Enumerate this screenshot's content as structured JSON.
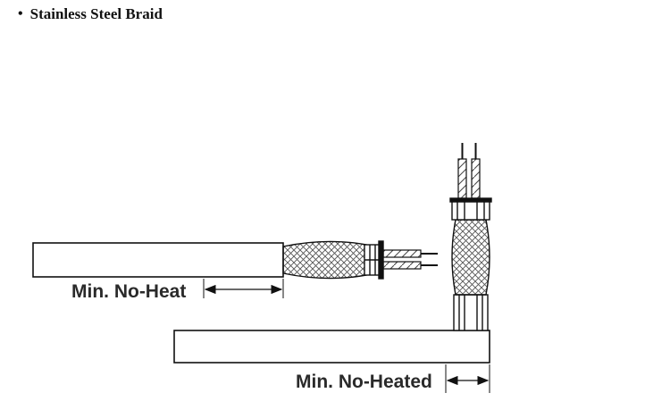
{
  "heading": {
    "bullet": "•",
    "title": "Stainless Steel Braid"
  },
  "diagram": {
    "labels": {
      "left_dimension": "Min. No-Heat",
      "right_dimension": "Min. No-Heated"
    },
    "colors": {
      "stroke": "#111111",
      "braid": "#555555",
      "text": "#2a2a2a",
      "background": "#ffffff"
    }
  }
}
